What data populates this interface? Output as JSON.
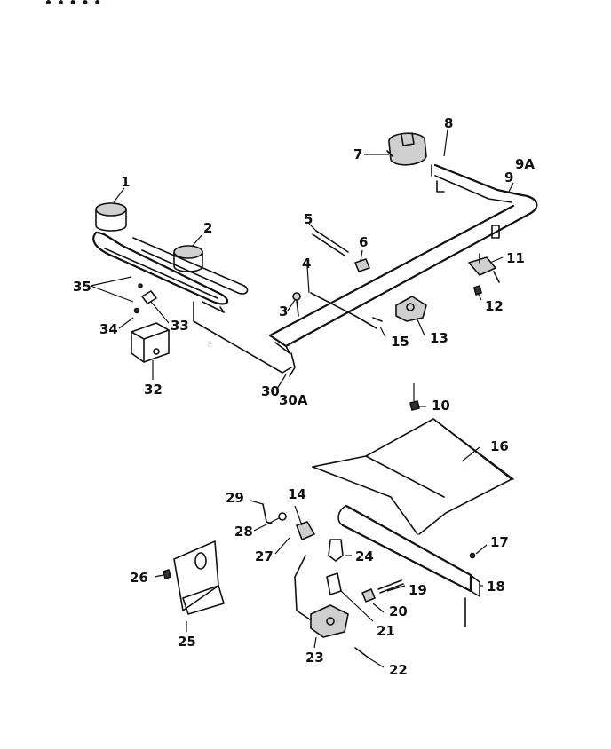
{
  "top_fragment": "• • • • •",
  "callouts": {
    "c1": "1",
    "c2": "2",
    "c3": "3",
    "c4": "4",
    "c5": "5",
    "c6": "6",
    "c7": "7",
    "c8": "8",
    "c9": "9",
    "c9a": "9A",
    "c10": "10",
    "c11": "11",
    "c12": "12",
    "c13": "13",
    "c14": "14",
    "c15": "15",
    "c16": "16",
    "c17": "17",
    "c18": "18",
    "c19": "19",
    "c20": "20",
    "c21": "21",
    "c22": "22",
    "c23": "23",
    "c24": "24",
    "c25": "25",
    "c26": "26",
    "c27": "27",
    "c28": "28",
    "c29": "29",
    "c30": "30",
    "c30a": "30A",
    "c32": "32",
    "c33": "33",
    "c34": "34",
    "c35": "35"
  }
}
